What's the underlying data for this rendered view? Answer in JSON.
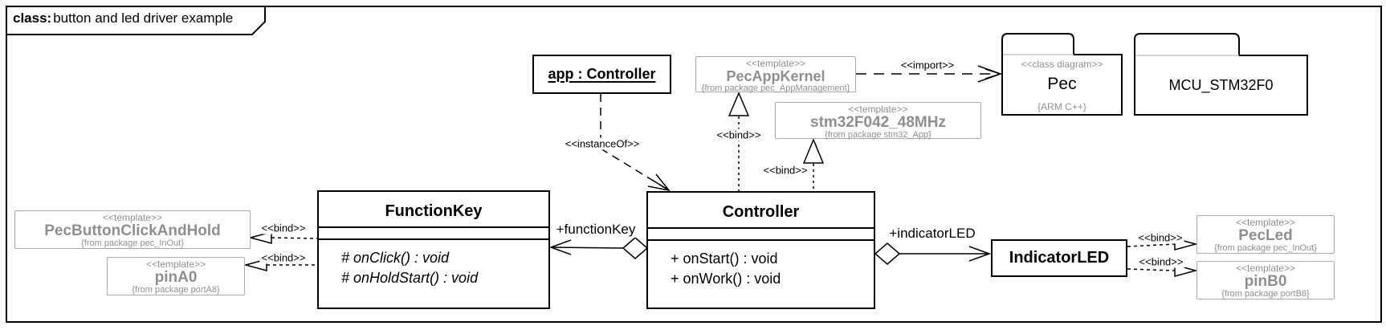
{
  "frame": {
    "title_keyword": "class:",
    "title_text": "button and led driver example"
  },
  "nodes": {
    "app": {
      "name": "app : Controller"
    },
    "pecAppKernel": {
      "stereotype": "<<template>>",
      "name": "PecAppKernel",
      "from": "{from package pec_AppManagement}"
    },
    "stm32": {
      "stereotype": "<<template>>",
      "name": "stm32F042_48MHz",
      "from": "{from package stm32_App}"
    },
    "pecPackage": {
      "stereotype": "<<class diagram>>",
      "name": "Pec",
      "note": "{ARM C++}"
    },
    "mcuPackage": {
      "name": "MCU_STM32F0"
    },
    "functionKey": {
      "name": "FunctionKey",
      "operations": [
        "# onClick() : void",
        "# onHoldStart() : void"
      ]
    },
    "controller": {
      "name": "Controller",
      "operations": [
        "+ onStart() : void",
        "+ onWork() : void"
      ]
    },
    "indicatorLED": {
      "name": "IndicatorLED"
    },
    "pecButton": {
      "stereotype": "<<template>>",
      "name": "PecButtonClickAndHold",
      "from": "{from package pec_InOut}"
    },
    "pinA0": {
      "stereotype": "<<template>>",
      "name": "pinA0",
      "from": "{from package portA8}"
    },
    "pecLed": {
      "stereotype": "<<template>>",
      "name": "PecLed",
      "from": "{from package pec_InOut}"
    },
    "pinB0": {
      "stereotype": "<<template>>",
      "name": "pinB0",
      "from": "{from package portB8}"
    }
  },
  "edges": {
    "instanceOf": "<<instanceOf>>",
    "importLabel": "<<import>>",
    "bind": "<<bind>>",
    "functionKeyRole": "+functionKey",
    "indicatorLEDRole": "+indicatorLED"
  },
  "colors": {
    "line": "#000000",
    "muted_text": "#8f8f8f",
    "muted_border": "#a9a9a9",
    "background": "#ffffff"
  }
}
